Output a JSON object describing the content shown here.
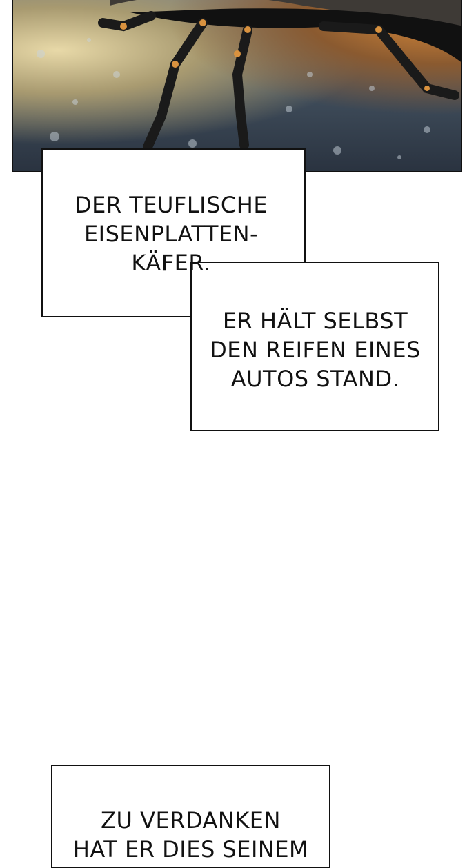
{
  "caption1": {
    "text": "DER TEUFLISCHE\nEISENPLATTEN-\nKÄFER."
  },
  "caption2": {
    "text": "ER HÄLT SELBST\nDEN REIFEN EINES\nAUTOS STAND."
  },
  "caption3": {
    "text": "ZU VERDANKEN\nHAT ER DIES SEINEM"
  },
  "colors": {
    "panel_border": "#111111",
    "background": "#ffffff",
    "accent_glow": "#d98a3a"
  }
}
